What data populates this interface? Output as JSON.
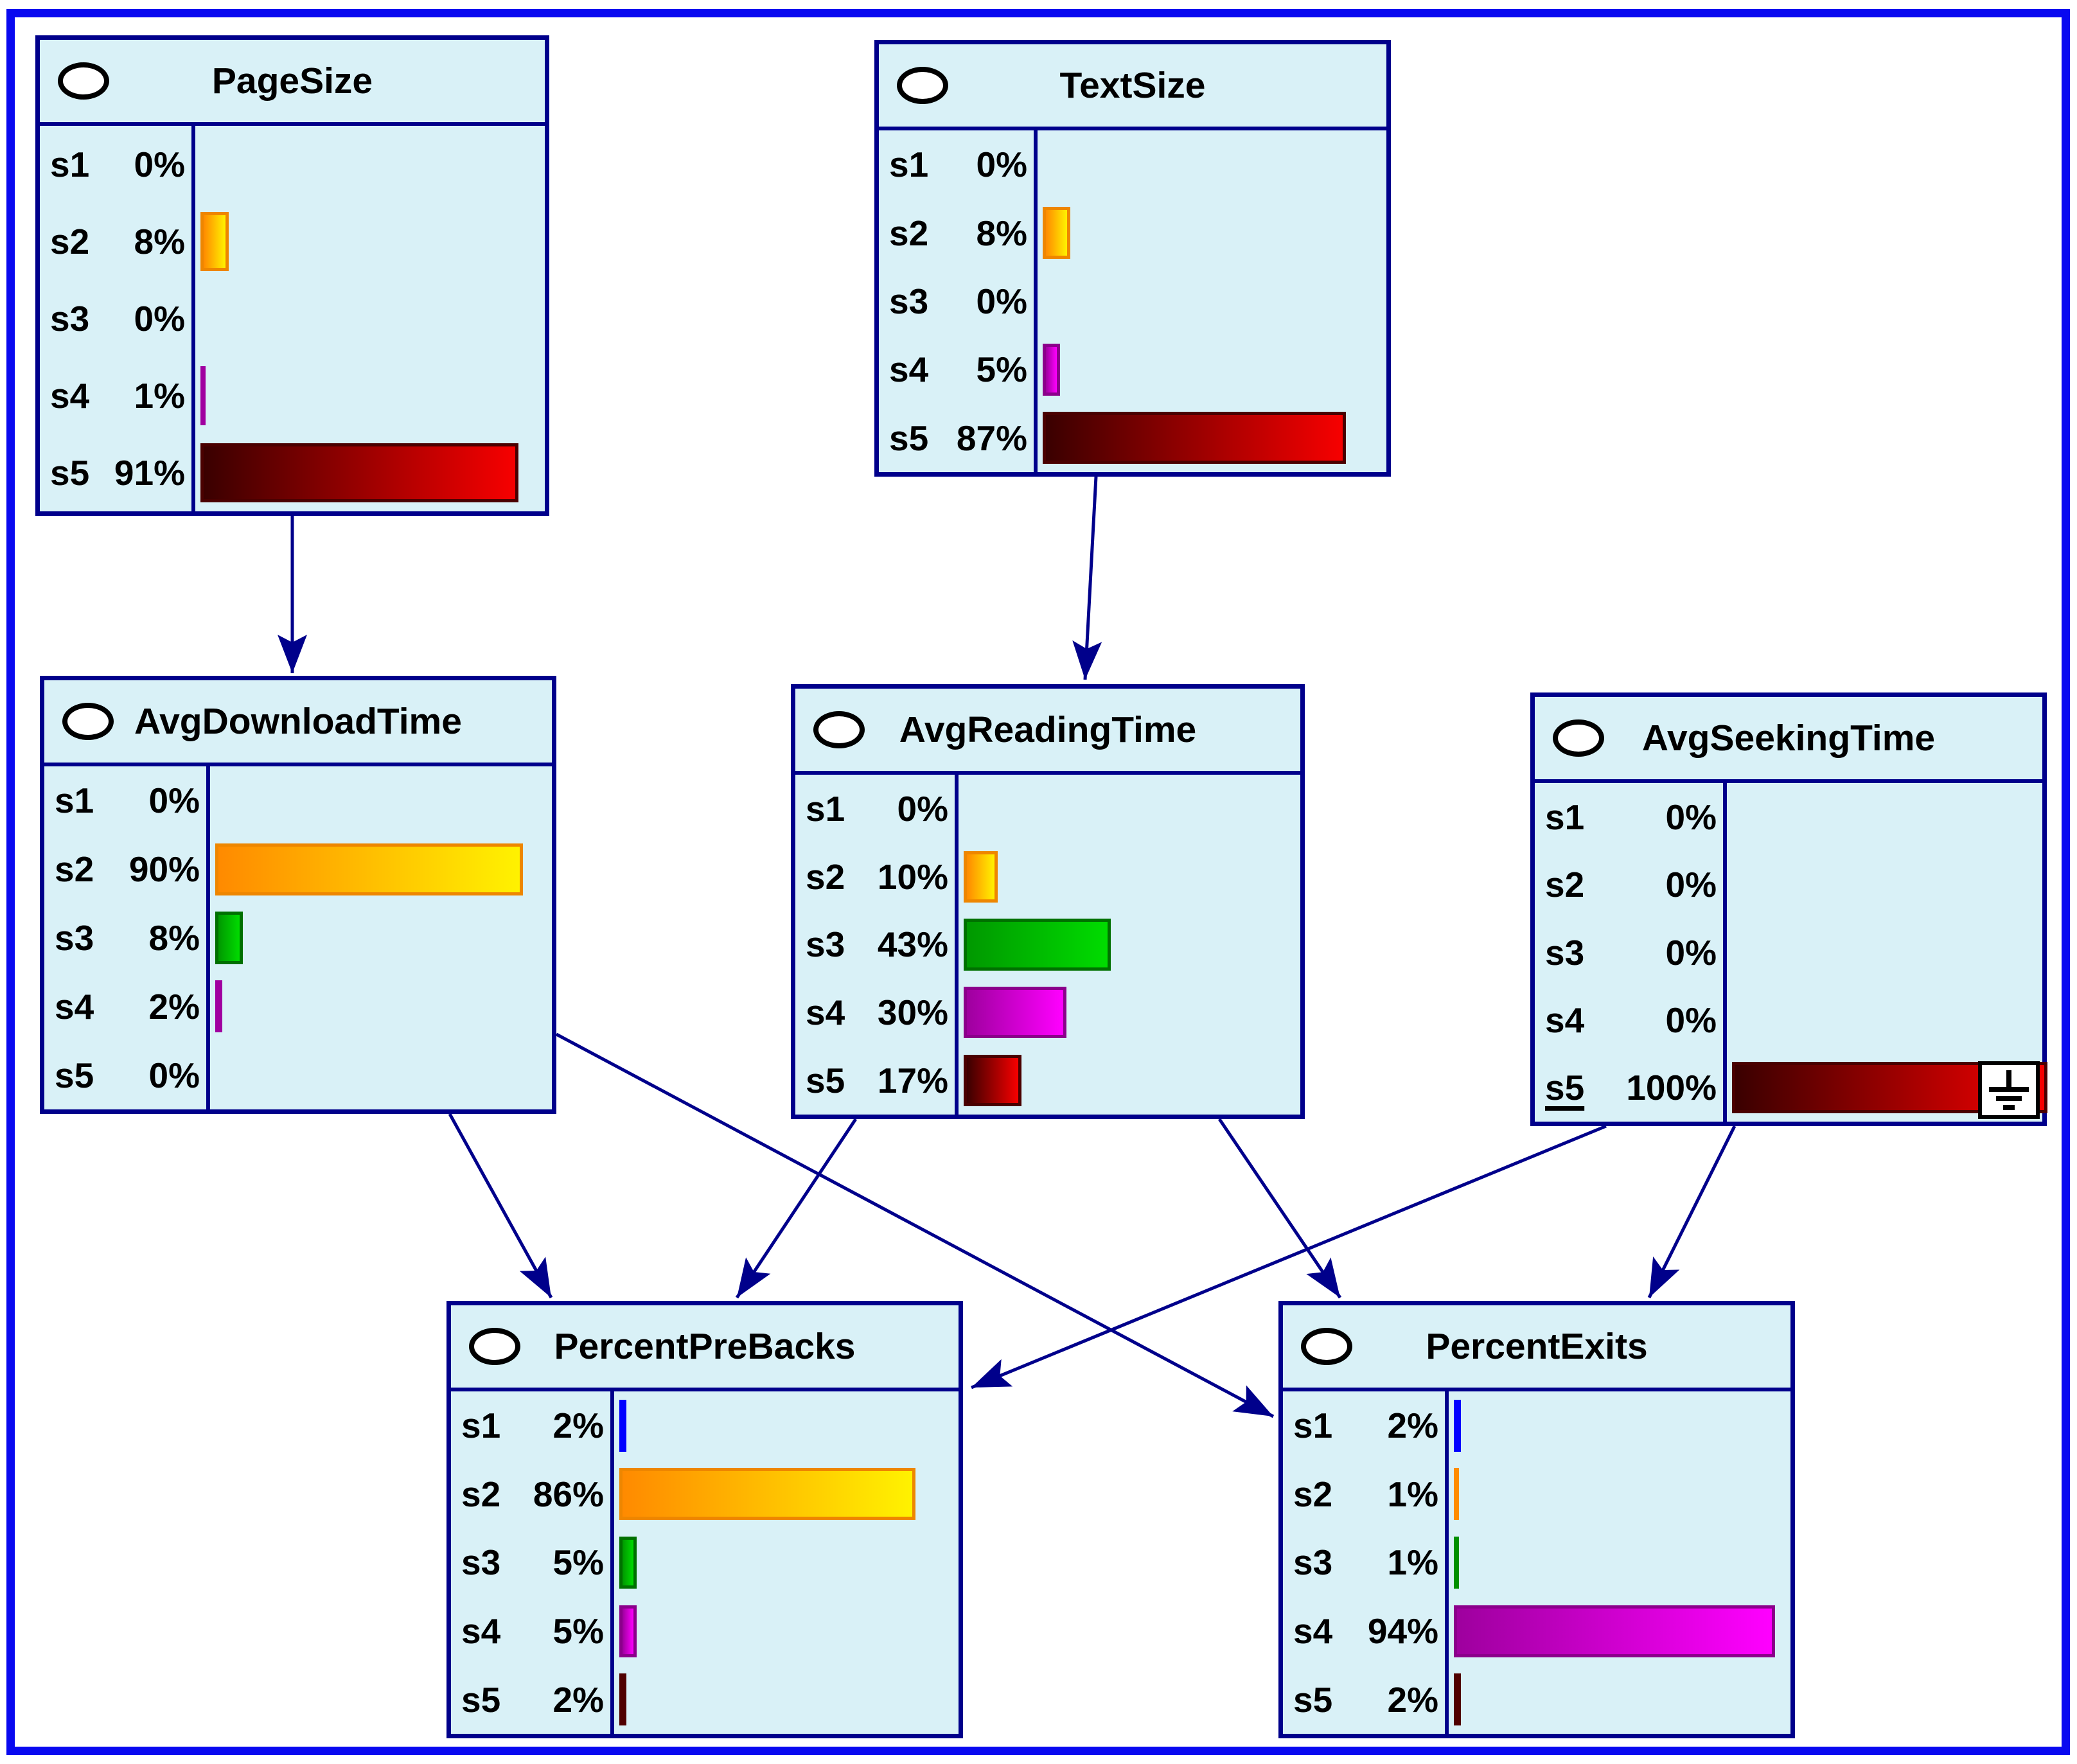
{
  "diagram": {
    "type": "bayesian-network",
    "colors": {
      "outer_frame": "#0909F0",
      "node_fill": "#D9F1F7",
      "node_border": "#00008B",
      "edge": "#00008B",
      "text": "#000000"
    },
    "bar_palette": {
      "blue": {
        "border": "#0000EE",
        "from": "#0000FF",
        "to": "#0000FF",
        "thin": "#0000FF"
      },
      "orange": {
        "border": "#EE8600",
        "from": "#FF8A00",
        "to": "#FFF200",
        "thin": "#FF8C00"
      },
      "green": {
        "border": "#007000",
        "from": "#009800",
        "to": "#00DC00",
        "thin": "#009000"
      },
      "magenta": {
        "border": "#8B008B",
        "from": "#9E009E",
        "to": "#FF00FF",
        "thin": "#A000A0"
      },
      "darkred": {
        "border": "#4A0000",
        "from": "#3A0000",
        "to": "#F70000",
        "thin": "#500000"
      }
    },
    "nodes": [
      {
        "id": "PageSize",
        "title": "PageSize",
        "states": [
          {
            "label": "s1",
            "pct": "0%",
            "value": 0,
            "color": "blue"
          },
          {
            "label": "s2",
            "pct": "8%",
            "value": 8,
            "color": "orange"
          },
          {
            "label": "s3",
            "pct": "0%",
            "value": 0,
            "color": "green"
          },
          {
            "label": "s4",
            "pct": "1%",
            "value": 1,
            "color": "magenta"
          },
          {
            "label": "s5",
            "pct": "91%",
            "value": 91,
            "color": "darkred"
          }
        ]
      },
      {
        "id": "TextSize",
        "title": "TextSize",
        "states": [
          {
            "label": "s1",
            "pct": "0%",
            "value": 0,
            "color": "blue"
          },
          {
            "label": "s2",
            "pct": "8%",
            "value": 8,
            "color": "orange"
          },
          {
            "label": "s3",
            "pct": "0%",
            "value": 0,
            "color": "green"
          },
          {
            "label": "s4",
            "pct": "5%",
            "value": 5,
            "color": "magenta"
          },
          {
            "label": "s5",
            "pct": "87%",
            "value": 87,
            "color": "darkred"
          }
        ]
      },
      {
        "id": "AvgDownloadTime",
        "title": "AvgDownloadTime",
        "states": [
          {
            "label": "s1",
            "pct": "0%",
            "value": 0,
            "color": "blue"
          },
          {
            "label": "s2",
            "pct": "90%",
            "value": 90,
            "color": "orange"
          },
          {
            "label": "s3",
            "pct": "8%",
            "value": 8,
            "color": "green"
          },
          {
            "label": "s4",
            "pct": "2%",
            "value": 2,
            "color": "magenta"
          },
          {
            "label": "s5",
            "pct": "0%",
            "value": 0,
            "color": "darkred"
          }
        ]
      },
      {
        "id": "AvgReadingTime",
        "title": "AvgReadingTime",
        "states": [
          {
            "label": "s1",
            "pct": "0%",
            "value": 0,
            "color": "blue"
          },
          {
            "label": "s2",
            "pct": "10%",
            "value": 10,
            "color": "orange"
          },
          {
            "label": "s3",
            "pct": "43%",
            "value": 43,
            "color": "green"
          },
          {
            "label": "s4",
            "pct": "30%",
            "value": 30,
            "color": "magenta"
          },
          {
            "label": "s5",
            "pct": "17%",
            "value": 17,
            "color": "darkred"
          }
        ]
      },
      {
        "id": "AvgSeekingTime",
        "title": "AvgSeekingTime",
        "evidence": true,
        "states": [
          {
            "label": "s1",
            "pct": "0%",
            "value": 0,
            "color": "blue"
          },
          {
            "label": "s2",
            "pct": "0%",
            "value": 0,
            "color": "orange"
          },
          {
            "label": "s3",
            "pct": "0%",
            "value": 0,
            "color": "green"
          },
          {
            "label": "s4",
            "pct": "0%",
            "value": 0,
            "color": "magenta"
          },
          {
            "label": "s5",
            "pct": "100%",
            "value": 100,
            "color": "darkred",
            "underlined": true
          }
        ]
      },
      {
        "id": "PercentPreBacks",
        "title": "PercentPreBacks",
        "states": [
          {
            "label": "s1",
            "pct": "2%",
            "value": 2,
            "color": "blue"
          },
          {
            "label": "s2",
            "pct": "86%",
            "value": 86,
            "color": "orange"
          },
          {
            "label": "s3",
            "pct": "5%",
            "value": 5,
            "color": "green"
          },
          {
            "label": "s4",
            "pct": "5%",
            "value": 5,
            "color": "magenta"
          },
          {
            "label": "s5",
            "pct": "2%",
            "value": 2,
            "color": "darkred"
          }
        ]
      },
      {
        "id": "PercentExits",
        "title": "PercentExits",
        "states": [
          {
            "label": "s1",
            "pct": "2%",
            "value": 2,
            "color": "blue"
          },
          {
            "label": "s2",
            "pct": "1%",
            "value": 1,
            "color": "orange"
          },
          {
            "label": "s3",
            "pct": "1%",
            "value": 1,
            "color": "green"
          },
          {
            "label": "s4",
            "pct": "94%",
            "value": 94,
            "color": "magenta"
          },
          {
            "label": "s5",
            "pct": "2%",
            "value": 2,
            "color": "darkred"
          }
        ]
      }
    ],
    "edges": [
      {
        "from": "PageSize",
        "to": "AvgDownloadTime"
      },
      {
        "from": "TextSize",
        "to": "AvgReadingTime"
      },
      {
        "from": "AvgDownloadTime",
        "to": "PercentPreBacks"
      },
      {
        "from": "AvgDownloadTime",
        "to": "PercentExits"
      },
      {
        "from": "AvgReadingTime",
        "to": "PercentPreBacks"
      },
      {
        "from": "AvgReadingTime",
        "to": "PercentExits"
      },
      {
        "from": "AvgSeekingTime",
        "to": "PercentPreBacks"
      },
      {
        "from": "AvgSeekingTime",
        "to": "PercentExits"
      }
    ]
  }
}
